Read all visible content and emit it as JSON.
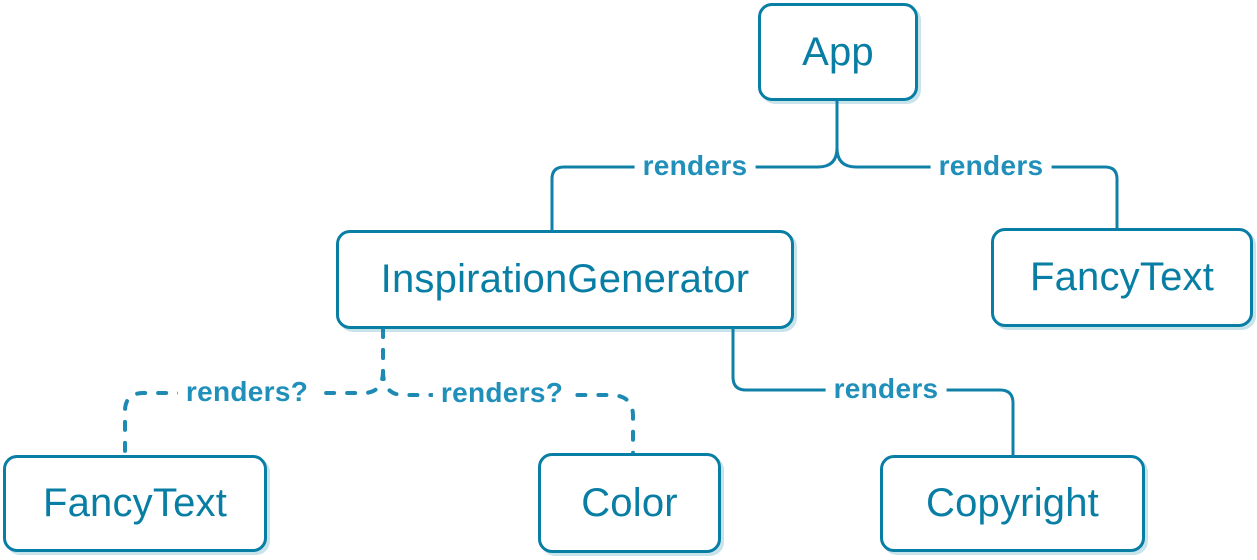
{
  "diagram": {
    "nodes": [
      {
        "id": "app",
        "label": "App"
      },
      {
        "id": "inspiration-generator",
        "label": "InspirationGenerator"
      },
      {
        "id": "fancy-text-top",
        "label": "FancyText"
      },
      {
        "id": "fancy-text-bottom",
        "label": "FancyText"
      },
      {
        "id": "color",
        "label": "Color"
      },
      {
        "id": "copyright",
        "label": "Copyright"
      }
    ],
    "edges": [
      {
        "from": "App",
        "to": "InspirationGenerator",
        "label": "renders",
        "style": "solid"
      },
      {
        "from": "App",
        "to": "FancyText",
        "label": "renders",
        "style": "solid"
      },
      {
        "from": "InspirationGenerator",
        "to": "FancyText",
        "label": "renders?",
        "style": "dashed"
      },
      {
        "from": "InspirationGenerator",
        "to": "Color",
        "label": "renders?",
        "style": "dashed"
      },
      {
        "from": "InspirationGenerator",
        "to": "Copyright",
        "label": "renders",
        "style": "solid"
      }
    ],
    "colors": {
      "node_border": "#087ea4",
      "node_text": "#087ea4",
      "node_background": "#ffffff",
      "solid_edge": "#1180a9",
      "dashed_edge": "#1e8ab3",
      "edge_label_text": "#2090ba",
      "background": "#ffffff"
    }
  }
}
